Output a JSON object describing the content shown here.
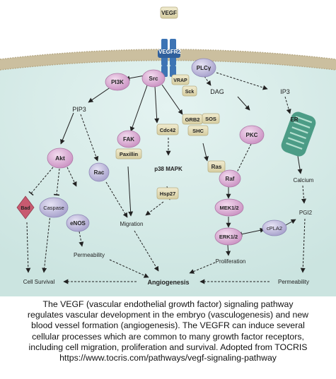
{
  "diagram": {
    "ligand": "VEGF",
    "receptor": "VEGFR2",
    "nodes": {
      "plcy": "PLCγ",
      "pi3k": "PI3K",
      "src": "Src",
      "vrap": "VRAP",
      "sck": "Sck",
      "dag": "DAG",
      "ip3": "IP3",
      "pip3": "PIP3",
      "fak": "FAK",
      "paxillin": "Paxillin",
      "cdc42": "Cdc42",
      "grb2": "GRB2",
      "sos": "SOS",
      "shc": "SHC",
      "pkc": "PKC",
      "er": "ER",
      "akt": "Akt",
      "rac": "Rac",
      "p38": "p38 MAPK",
      "ras": "Ras",
      "raf": "Raf",
      "calcium": "Calcium",
      "bad": "Bad",
      "caspase": "Caspase",
      "enos": "eNOS",
      "hsp27": "Hsp27",
      "mek": "MEK1/2",
      "migration": "Migration",
      "erk": "ERK1/2",
      "cpla2": "cPLA2",
      "pgi2": "PGI2",
      "permeability_left": "Permeability",
      "proliferation": "Proliferation",
      "cell_survival": "Cell Survival",
      "angiogenesis": "Angiogenesis",
      "permeability_right": "Permeability"
    }
  },
  "caption": {
    "lines": [
      "The VEGF (vascular endothelial growth factor) signaling pathway",
      "regulates vascular development in the embryo (vasculogenesis) and new",
      "blood vessel formation (angiogenesis). The VEGFR can induce several",
      "cellular processes which are common to many growth factor receptors,",
      "including cell migration, proliferation and survival. Adopted from TOCRIS",
      "https://www.tocris.com/pathways/vegf-signaling-pathway"
    ]
  },
  "colors": {
    "cell": "#d8ecea",
    "membrane": "#cfc4a6",
    "receptor": "#3d74b4",
    "pink_node": "#dcaad6",
    "lavender_node": "#c2bedc",
    "tan_node": "#e3dcb6",
    "bad_node": "#c85a70",
    "er": "#4c9c86"
  }
}
